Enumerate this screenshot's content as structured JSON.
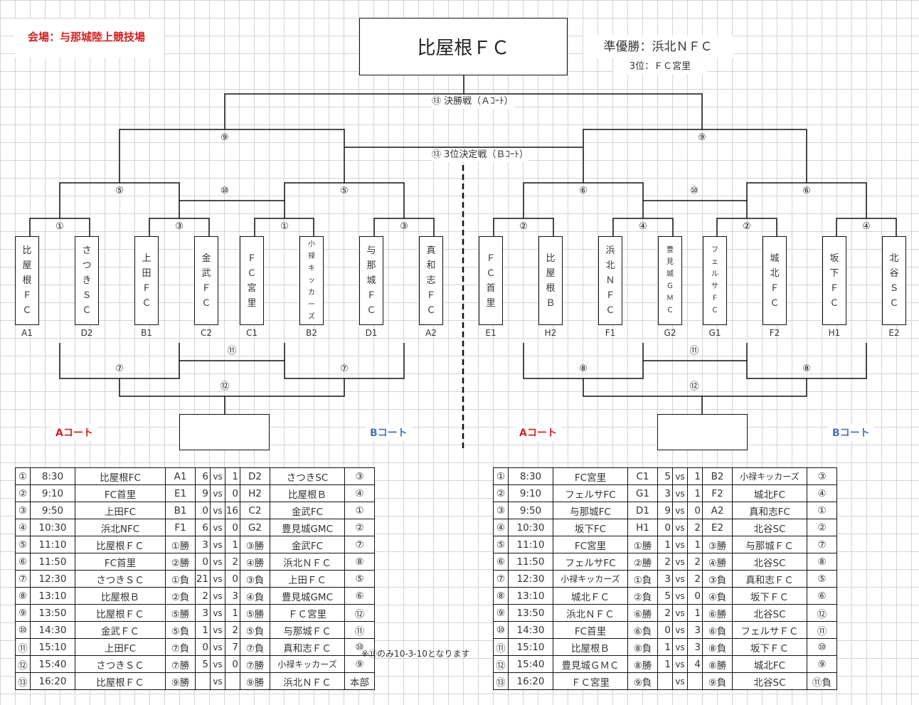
{
  "venue": "会場：与那城陸上競技場",
  "champion": "比屋根ＦＣ",
  "runner_up": "準優勝：浜北ＮＦＣ",
  "third_place": "3位：ＦＣ宮里",
  "final_label": "⑬ 決勝戦（Ａｺｰﾄ）",
  "third_place_match_label": "⑬ 3位決定戦（Ｂｺｰﾄ）",
  "courts": {
    "a": "Aコート",
    "b": "Bコート"
  },
  "bracket": {
    "top_matches": {
      "left_semi": "⑨",
      "right_semi": "⑨",
      "left_q1": "⑤",
      "left_q2": "⑤",
      "left_cons": "⑩",
      "right_q1": "⑥",
      "right_q2": "⑥",
      "right_cons": "⑩",
      "r1": [
        "①",
        "③",
        "①",
        "③",
        "②",
        "④",
        "②",
        "④"
      ]
    },
    "bottom_matches": {
      "left_cons11": "⑪",
      "left_q1": "⑦",
      "left_q2": "⑦",
      "left_final": "⑫",
      "right_cons11": "⑪",
      "right_q1": "⑧",
      "right_q2": "⑧",
      "right_final": "⑫"
    },
    "teams": [
      {
        "name": [
          "比",
          "屋",
          "根",
          "Ｆ",
          "Ｃ"
        ],
        "seed": "A1"
      },
      {
        "name": [
          "さ",
          "つ",
          "き",
          "Ｓ",
          "Ｃ"
        ],
        "seed": "D2"
      },
      {
        "name": [
          "上",
          "田",
          "Ｆ",
          "Ｃ"
        ],
        "seed": "B1"
      },
      {
        "name": [
          "金",
          "武",
          "Ｆ",
          "Ｃ"
        ],
        "seed": "C2"
      },
      {
        "name": [
          "Ｆ",
          "Ｃ",
          "宮",
          "里"
        ],
        "seed": "C1"
      },
      {
        "name": [
          "小",
          "禄",
          "キ",
          "ッ",
          "カ",
          "ー",
          "ズ"
        ],
        "seed": "B2"
      },
      {
        "name": [
          "与",
          "那",
          "城",
          "Ｆ",
          "Ｃ"
        ],
        "seed": "D1"
      },
      {
        "name": [
          "真",
          "和",
          "志",
          "Ｆ",
          "Ｃ"
        ],
        "seed": "A2"
      },
      {
        "name": [
          "Ｆ",
          "Ｃ",
          "首",
          "里"
        ],
        "seed": "E1"
      },
      {
        "name": [
          "比",
          "屋",
          "根",
          "Ｂ"
        ],
        "seed": "H2"
      },
      {
        "name": [
          "浜",
          "北",
          "Ｎ",
          "Ｆ",
          "Ｃ"
        ],
        "seed": "F1"
      },
      {
        "name": [
          "豊",
          "見",
          "城",
          "Ｇ",
          "Ｍ",
          "Ｃ"
        ],
        "seed": "G2"
      },
      {
        "name": [
          "フ",
          "ェ",
          "ル",
          "サ",
          "Ｆ",
          "Ｃ"
        ],
        "seed": "G1"
      },
      {
        "name": [
          "城",
          "北",
          "Ｆ",
          "Ｃ"
        ],
        "seed": "F2"
      },
      {
        "name": [
          "坂",
          "下",
          "Ｆ",
          "Ｃ"
        ],
        "seed": "H1"
      },
      {
        "name": [
          "北",
          "谷",
          "Ｓ",
          "Ｃ"
        ],
        "seed": "E2"
      }
    ]
  },
  "schedule_a": [
    {
      "no": "①",
      "time": "8:30",
      "team1": "比屋根FC",
      "slot1": "A1",
      "score1": "6",
      "vs": "vs",
      "score2": "1",
      "slot2": "D2",
      "team2": "さつきSC",
      "ref": "③"
    },
    {
      "no": "②",
      "time": "9:10",
      "team1": "FC首里",
      "slot1": "E1",
      "score1": "9",
      "vs": "vs",
      "score2": "0",
      "slot2": "H2",
      "team2": "比屋根Ｂ",
      "ref": "④"
    },
    {
      "no": "③",
      "time": "9:50",
      "team1": "上田FC",
      "slot1": "B1",
      "score1": "0",
      "vs": "vs",
      "score2": "16",
      "slot2": "C2",
      "team2": "金武FC",
      "ref": "①"
    },
    {
      "no": "④",
      "time": "10:30",
      "team1": "浜北NFC",
      "slot1": "F1",
      "score1": "6",
      "vs": "vs",
      "score2": "0",
      "slot2": "G2",
      "team2": "豊見城GMC",
      "ref": "②"
    },
    {
      "no": "⑤",
      "time": "11:10",
      "team1": "比屋根ＦＣ",
      "slot1": "①勝",
      "score1": "3",
      "vs": "vs",
      "score2": "1",
      "slot2": "③勝",
      "team2": "金武FC",
      "ref": "⑦"
    },
    {
      "no": "⑥",
      "time": "11:50",
      "team1": "FC首里",
      "slot1": "②勝",
      "score1": "0",
      "vs": "vs",
      "score2": "2",
      "slot2": "④勝",
      "team2": "浜北ＮＦＣ",
      "ref": "⑧"
    },
    {
      "no": "⑦",
      "time": "12:30",
      "team1": "さつきＳＣ",
      "slot1": "①負",
      "score1": "21",
      "vs": "vs",
      "score2": "0",
      "slot2": "③負",
      "team2": "上田ＦＣ",
      "ref": "⑤"
    },
    {
      "no": "⑧",
      "time": "13:10",
      "team1": "比屋根Ｂ",
      "slot1": "②負",
      "score1": "2",
      "vs": "vs",
      "score2": "3",
      "slot2": "④負",
      "team2": "豊見城GMC",
      "ref": "⑥"
    },
    {
      "no": "⑨",
      "time": "13:50",
      "team1": "比屋根ＦＣ",
      "slot1": "⑤勝",
      "score1": "3",
      "vs": "vs",
      "score2": "1",
      "slot2": "⑤勝",
      "team2": "ＦＣ宮里",
      "ref": "⑫"
    },
    {
      "no": "⑩",
      "time": "14:30",
      "team1": "金武ＦＣ",
      "slot1": "⑤負",
      "score1": "1",
      "vs": "vs",
      "score2": "2",
      "slot2": "⑤負",
      "team2": "与那城ＦＣ",
      "ref": "⑪"
    },
    {
      "no": "⑪",
      "time": "15:10",
      "team1": "上田FC",
      "slot1": "⑦負",
      "score1": "0",
      "vs": "vs",
      "score2": "7",
      "slot2": "⑦負",
      "team2": "真和志ＦＣ",
      "ref": "⑩"
    },
    {
      "no": "⑫",
      "time": "15:40",
      "team1": "さつきＳＣ",
      "slot1": "⑦勝",
      "score1": "5",
      "vs": "vs",
      "score2": "0",
      "slot2": "⑦勝",
      "team2": "小禄キッカーズ",
      "ref": "⑨"
    },
    {
      "no": "⑬",
      "time": "16:20",
      "team1": "比屋根ＦＣ",
      "slot1": "⑨勝",
      "score1": "",
      "vs": "vs",
      "score2": "",
      "slot2": "⑨勝",
      "team2": "浜北ＮＦＣ",
      "ref": "本部"
    }
  ],
  "schedule_b": [
    {
      "no": "①",
      "time": "8:30",
      "team1": "FC宮里",
      "slot1": "C1",
      "score1": "5",
      "vs": "vs",
      "score2": "1",
      "slot2": "B2",
      "team2": "小禄キッカーズ",
      "ref": "③"
    },
    {
      "no": "②",
      "time": "9:10",
      "team1": "フェルサFC",
      "slot1": "G1",
      "score1": "3",
      "vs": "vs",
      "score2": "1",
      "slot2": "F2",
      "team2": "城北FC",
      "ref": "④"
    },
    {
      "no": "③",
      "time": "9:50",
      "team1": "与那城FC",
      "slot1": "D1",
      "score1": "9",
      "vs": "vs",
      "score2": "0",
      "slot2": "A2",
      "team2": "真和志FC",
      "ref": "①"
    },
    {
      "no": "④",
      "time": "10:30",
      "team1": "坂下FC",
      "slot1": "H1",
      "score1": "0",
      "vs": "vs",
      "score2": "2",
      "slot2": "E2",
      "team2": "北谷SC",
      "ref": "②"
    },
    {
      "no": "⑤",
      "time": "11:10",
      "team1": "FC宮里",
      "slot1": "①勝",
      "score1": "1",
      "vs": "vs",
      "score2": "1",
      "slot2": "③勝",
      "team2": "与那城ＦＣ",
      "ref": "⑦"
    },
    {
      "no": "⑥",
      "time": "11:50",
      "team1": "フェルサFC",
      "slot1": "②勝",
      "score1": "2",
      "vs": "vs",
      "score2": "2",
      "slot2": "④勝",
      "team2": "北谷SC",
      "ref": "⑧"
    },
    {
      "no": "⑦",
      "time": "12:30",
      "team1": "小禄キッカーズ",
      "slot1": "①負",
      "score1": "3",
      "vs": "vs",
      "score2": "2",
      "slot2": "③負",
      "team2": "真和志ＦＣ",
      "ref": "⑤"
    },
    {
      "no": "⑧",
      "time": "13:10",
      "team1": "城北ＦＣ",
      "slot1": "②負",
      "score1": "5",
      "vs": "vs",
      "score2": "0",
      "slot2": "④負",
      "team2": "坂下ＦＣ",
      "ref": "⑥"
    },
    {
      "no": "⑨",
      "time": "13:50",
      "team1": "浜北ＮＦＣ",
      "slot1": "⑥勝",
      "score1": "2",
      "vs": "vs",
      "score2": "1",
      "slot2": "⑥勝",
      "team2": "北谷SC",
      "ref": "⑫"
    },
    {
      "no": "⑩",
      "time": "14:30",
      "team1": "FC首里",
      "slot1": "⑥負",
      "score1": "0",
      "vs": "vs",
      "score2": "3",
      "slot2": "⑥負",
      "team2": "フェルサＦＣ",
      "ref": "⑪"
    },
    {
      "no": "⑪",
      "time": "15:10",
      "team1": "比屋根Ｂ",
      "slot1": "⑧負",
      "score1": "1",
      "vs": "vs",
      "score2": "3",
      "slot2": "⑧負",
      "team2": "坂下ＦＣ",
      "ref": "⑩"
    },
    {
      "no": "⑫",
      "time": "15:40",
      "team1": "豊見城ＧＭＣ",
      "slot1": "⑧勝",
      "score1": "1",
      "vs": "vs",
      "score2": "4",
      "slot2": "⑧勝",
      "team2": "城北FC",
      "ref": "⑨"
    },
    {
      "no": "⑬",
      "time": "16:20",
      "team1": "ＦＣ宮里",
      "slot1": "⑨負",
      "score1": "",
      "vs": "vs",
      "score2": "",
      "slot2": "⑨負",
      "team2": "北谷SC",
      "ref": "⑪負"
    }
  ],
  "note": "※⑪のみ10-3-10となります"
}
